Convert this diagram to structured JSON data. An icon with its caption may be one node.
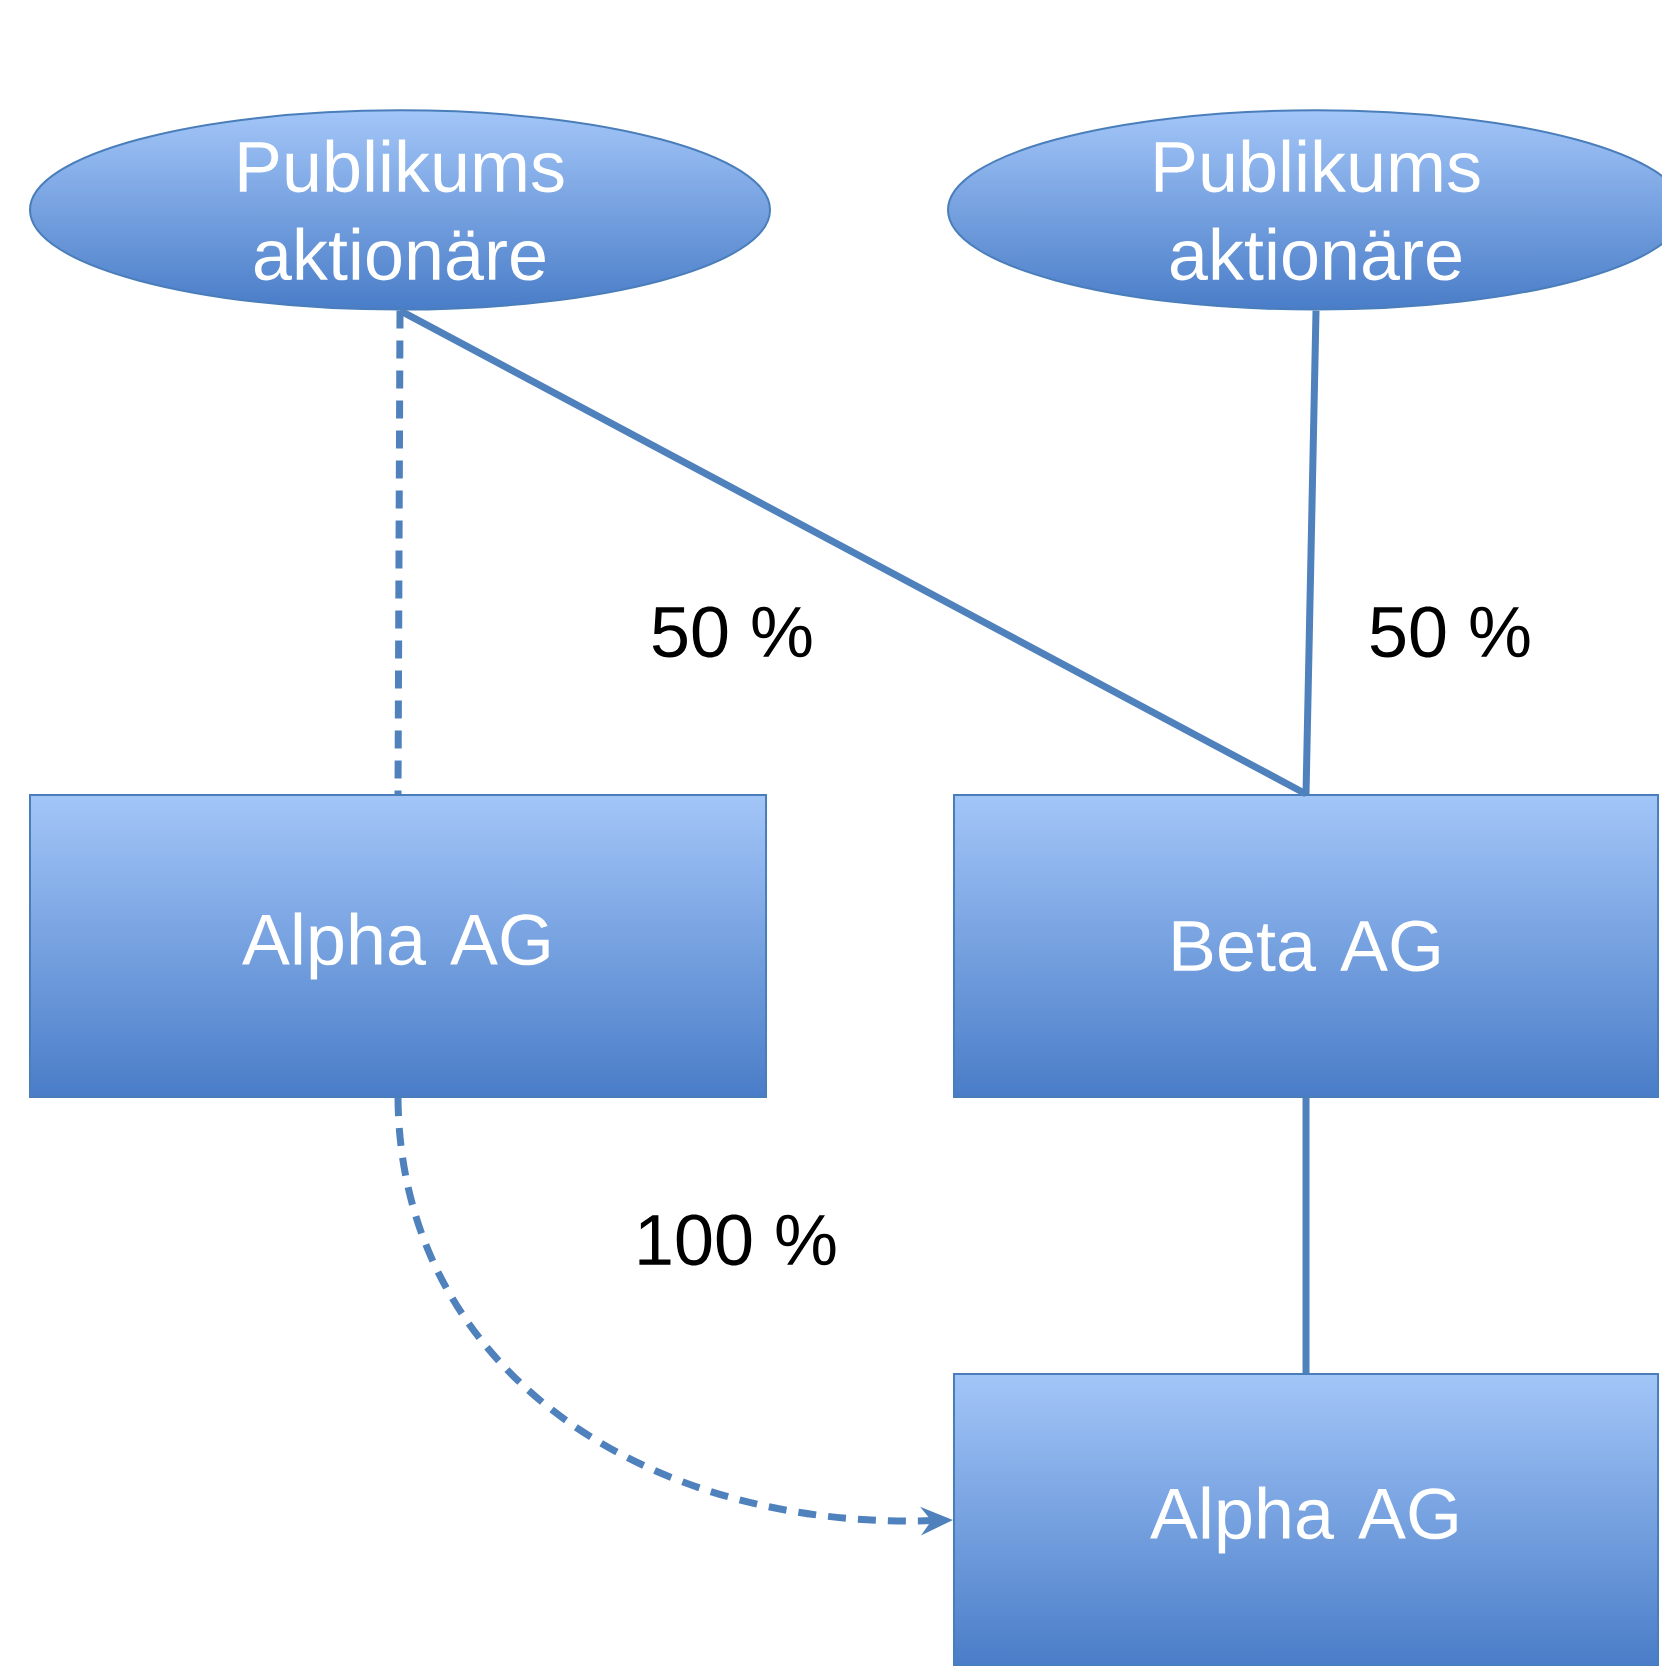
{
  "diagram": {
    "nodes": [
      {
        "text": [
          "Publikums aktionäre"
        ]
      },
      {
        "text": [
          "Publikums aktionäre"
        ]
      },
      {
        "text": [
          "Alpha AG"
        ]
      },
      {
        "text": [
          "Beta AG"
        ]
      },
      {
        "text": [
          "Alpha AG"
        ]
      }
    ],
    "edges": [
      {
        "from": 0,
        "to": 2,
        "arrow": "none",
        "style": "dashed"
      },
      {
        "from": 0,
        "to": 3,
        "arrow": "none",
        "label": "50 %"
      },
      {
        "from": 1,
        "to": 3,
        "arrow": "none",
        "label": "50 %"
      },
      {
        "from": 3,
        "to": 4,
        "arrow": "none"
      },
      {
        "from": 2,
        "to": 4,
        "arrow": "to",
        "style": "dashed",
        "label": "100 %"
      }
    ]
  }
}
